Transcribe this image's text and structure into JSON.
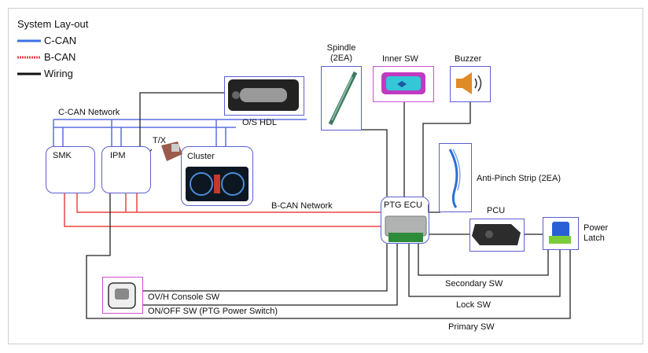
{
  "legend": {
    "title": "System Lay-out",
    "items": [
      {
        "label": "C-CAN",
        "color": "#3a73e8"
      },
      {
        "label": "B-CAN",
        "color": "#e84545"
      },
      {
        "label": "Wiring",
        "color": "#111111"
      }
    ]
  },
  "networks": {
    "c_can": "C-CAN Network",
    "b_can": "B-CAN Network"
  },
  "labels": {
    "os_hdl": "O/S HDL",
    "tx": "T/X",
    "ovh_console": "OV/H Console SW",
    "onoff_sw": "ON/OFF SW (PTG Power Switch)",
    "secondary_sw": "Secondary SW",
    "lock_sw": "Lock SW",
    "primary_sw": "Primary SW"
  },
  "modules": {
    "smk": "SMK",
    "ipm": "IPM",
    "cluster": "Cluster",
    "ptg_ecu": "PTG ECU",
    "pcu": "PCU",
    "power_latch_1": "Power",
    "power_latch_2": "Latch",
    "spindle_1": "Spindle",
    "spindle_2": "(2EA)",
    "inner_sw": "Inner SW",
    "buzzer": "Buzzer",
    "anti_pinch": "Anti-Pinch Strip (2EA)"
  }
}
